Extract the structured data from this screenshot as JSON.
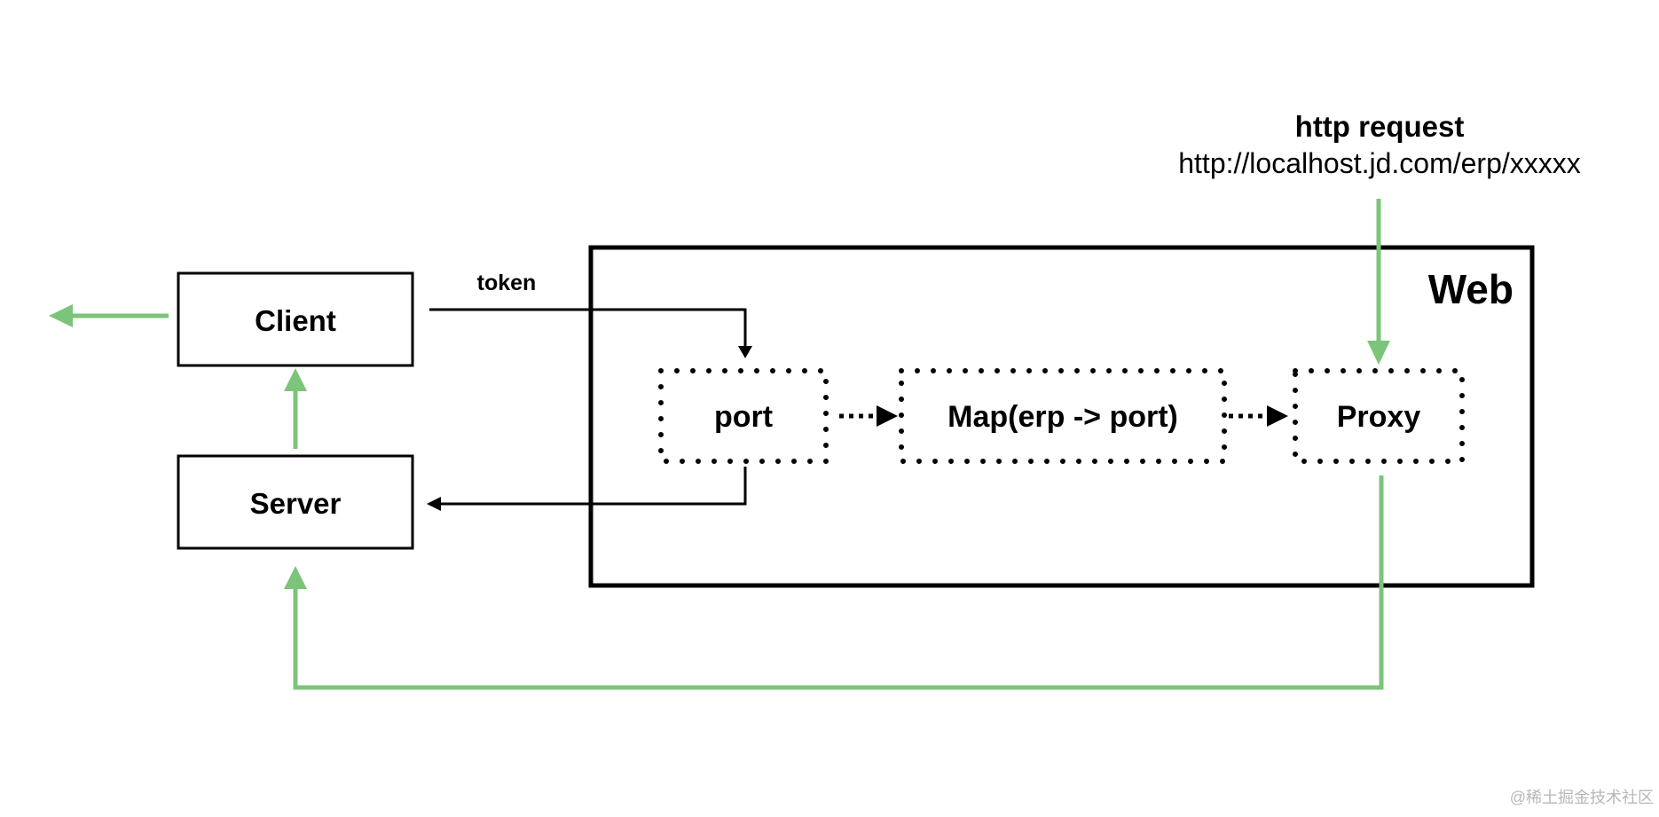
{
  "request": {
    "title": "http request",
    "url": "http://localhost.jd.com/erp/xxxxx"
  },
  "web": {
    "label": "Web"
  },
  "nodes": {
    "client": "Client",
    "server": "Server",
    "port": "port",
    "map": "Map(erp -> port)",
    "proxy": "Proxy"
  },
  "edges": {
    "token": "token"
  },
  "watermark": "@稀土掘金技术社区",
  "colors": {
    "green": "#7cc47a",
    "black": "#000000"
  }
}
